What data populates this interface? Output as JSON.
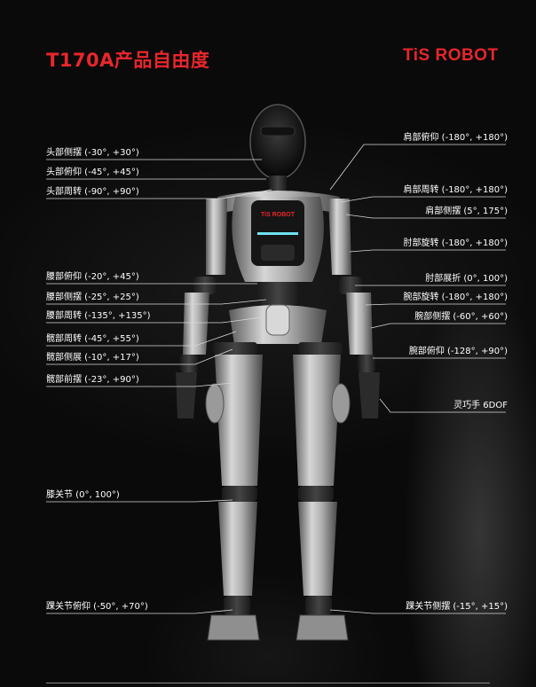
{
  "header": {
    "title": "T170A产品自由度",
    "brand_logo": "TiS ROBOT",
    "brand_color": "#e8262c"
  },
  "robot": {
    "chest_logo": "TiS ROBOT"
  },
  "left_labels": [
    {
      "text": "头部侧摆 (-30°, +30°)"
    },
    {
      "text": "头部俯仰 (-45°, +45°)"
    },
    {
      "text": "头部周转 (-90°, +90°)"
    },
    {
      "text": "腰部俯仰 (-20°, +45°)"
    },
    {
      "text": "腰部侧摆 (-25°, +25°)"
    },
    {
      "text": "腰部周转 (-135°, +135°)"
    },
    {
      "text": "髋部周转 (-45°, +55°)"
    },
    {
      "text": "髋部侧展 (-10°, +17°)"
    },
    {
      "text": "髋部前摆 (-23°, +90°)"
    },
    {
      "text": "膝关节 (0°, 100°)"
    },
    {
      "text": "踝关节俯仰 (-50°, +70°)"
    }
  ],
  "right_labels": [
    {
      "text": "肩部俯仰 (-180°, +180°)"
    },
    {
      "text": "肩部周转 (-180°, +180°)"
    },
    {
      "text": "肩部侧摆 (5°, 175°)"
    },
    {
      "text": "肘部旋转 (-180°, +180°)"
    },
    {
      "text": "肘部展折 (0°, 100°)"
    },
    {
      "text": "腕部旋转 (-180°, +180°)"
    },
    {
      "text": "腕部侧摆 (-60°, +60°)"
    },
    {
      "text": "腕部俯仰 (-128°, +90°)"
    },
    {
      "text": "灵巧手 6DOF"
    },
    {
      "text": "踝关节侧摆 (-15°, +15°)"
    }
  ]
}
